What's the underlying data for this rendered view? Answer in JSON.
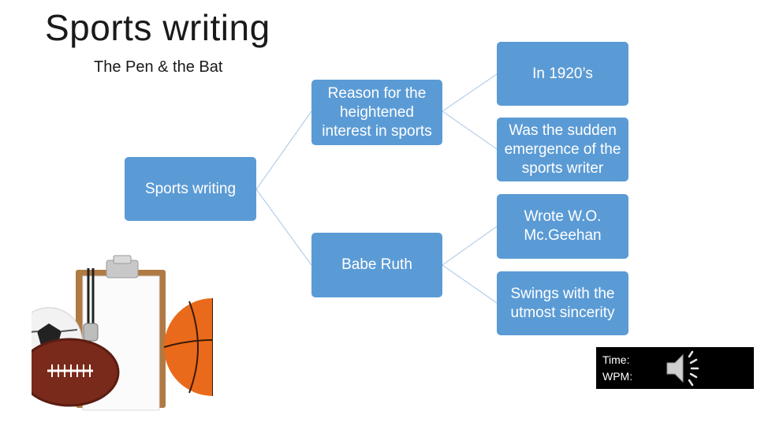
{
  "slide": {
    "title": "Sports writing",
    "subtitle": "The Pen & the Bat"
  },
  "diagram": {
    "root": "Sports writing",
    "branch_reason": "Reason for the heightened interest in sports",
    "leaf_1920s": "In 1920’s",
    "leaf_emergence": "Was the sudden emergence of the sports writer",
    "branch_ruth": "Babe Ruth",
    "leaf_mcgeehan": "Wrote W.O. Mc.Geehan",
    "leaf_swings": "Swings with the utmost sincerity"
  },
  "audio_box": {
    "text": "Time:\nWPM:",
    "icon": "speaker-icon"
  },
  "photo": {
    "icon": "sports-equipment-clipboard-image"
  },
  "colors": {
    "node_fill": "#5b9bd5",
    "connector": "#a5c4e6",
    "audio_bg": "#000000"
  }
}
